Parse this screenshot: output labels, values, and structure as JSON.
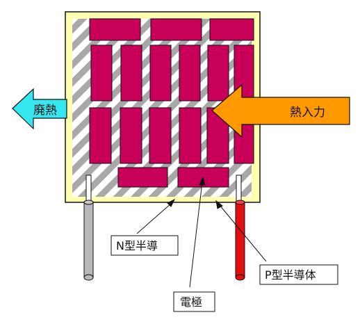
{
  "labels": {
    "waste_heat": "廃熱",
    "heat_input": "熱入力",
    "n_type": "N型半導",
    "p_type": "P型半導体",
    "electrode": "電極"
  },
  "colors": {
    "substrate": "#ffffb0",
    "element": "#c8005a",
    "stripe_light": "#ffffff",
    "stripe_dark": "#a8a8a8",
    "waste_arrow": "#33e8f0",
    "heat_arrow": "#ff9900",
    "wire_left": "#b8b8b8",
    "wire_right": "#e01010"
  },
  "icons": {
    "waste_arrow": "left-arrow-icon",
    "heat_arrow": "left-arrow-icon"
  }
}
